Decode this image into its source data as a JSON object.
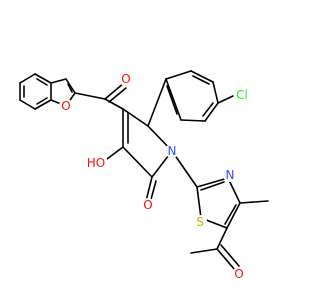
{
  "structure": {
    "atoms": [
      {
        "id": "O_furan",
        "label": "O",
        "color": "#ff0d0d"
      },
      {
        "id": "O_ketone",
        "label": "O",
        "color": "#ff0d0d"
      },
      {
        "id": "OH",
        "label": "HO",
        "color": "#ff0d0d"
      },
      {
        "id": "N_pyrrole",
        "label": "N",
        "color": "#3050f8"
      },
      {
        "id": "O_lactam",
        "label": "O",
        "color": "#ff0d0d"
      },
      {
        "id": "Cl",
        "label": "Cl",
        "color": "#1ff01f"
      },
      {
        "id": "N_thiazole",
        "label": "N",
        "color": "#3050f8"
      },
      {
        "id": "S_thiazole",
        "label": "S",
        "color": "#c8b400"
      },
      {
        "id": "O_acetyl",
        "label": "O",
        "color": "#ff0d0d"
      }
    ]
  }
}
